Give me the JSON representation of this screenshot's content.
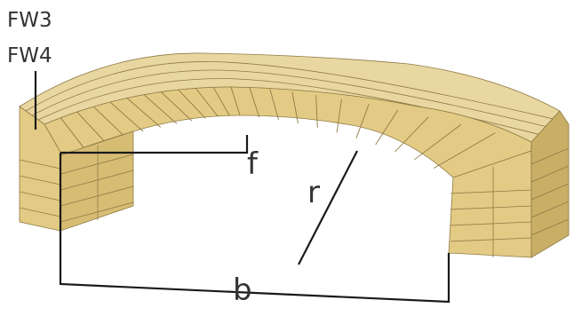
{
  "labels": {
    "fw3": "FW3",
    "fw4": "FW4",
    "f": "f",
    "r": "r",
    "b": "b"
  },
  "colors": {
    "brick_top": "#e9d7a2",
    "brick_front": "#e4cb85",
    "brick_side": "#c9ae66",
    "brick_dark": "#b79b55",
    "mortar": "#8f7a44",
    "line": "#1a1a1a",
    "text": "#333333"
  }
}
